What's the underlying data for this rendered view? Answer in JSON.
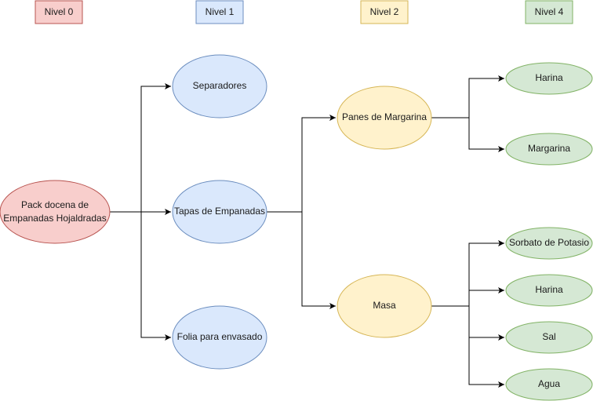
{
  "levels": {
    "nivel0": {
      "label": "Nivel 0",
      "fill": "#f8cecc",
      "stroke": "#b85450"
    },
    "nivel1": {
      "label": "Nivel 1",
      "fill": "#dae8fc",
      "stroke": "#6c8ebf"
    },
    "nivel2": {
      "label": "Nivel 2",
      "fill": "#fff2cc",
      "stroke": "#d6b656"
    },
    "nivel4": {
      "label": "Nivel 4",
      "fill": "#d5e8d4",
      "stroke": "#82b366"
    }
  },
  "nodes": {
    "pack": "Pack docena de Empanadas Hojaldradas",
    "separadores": "Separadores",
    "tapas": "Tapas de Empanadas",
    "folia": "Folia para envasado",
    "panes": "Panes de Margarina",
    "masa": "Masa",
    "harina_1": "Harina",
    "margarina": "Margarina",
    "sorbato": "Sorbato de Potasio",
    "harina_2": "Harina",
    "sal": "Sal",
    "agua": "Agua"
  }
}
